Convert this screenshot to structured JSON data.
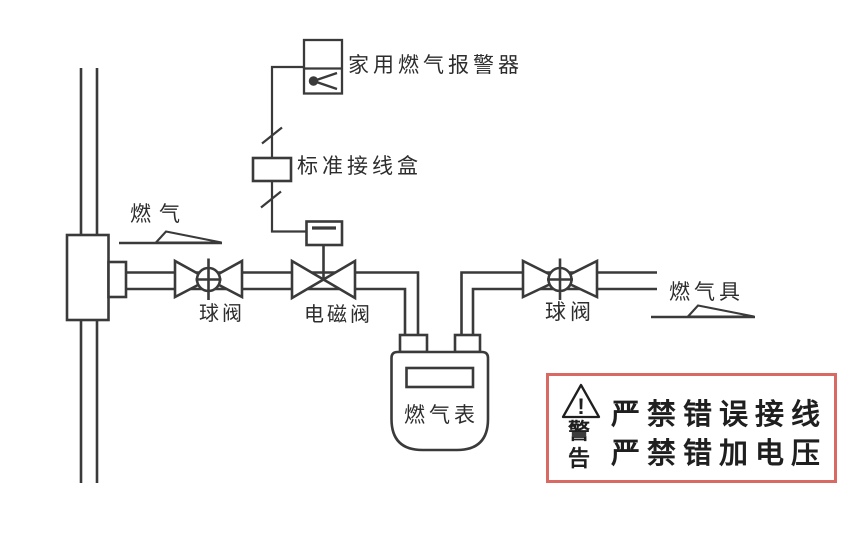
{
  "labels": {
    "alarm": "家用燃气报警器",
    "junction_box": "标准接线盒",
    "gas_inlet": "燃气",
    "ball_valve_left": "球阀",
    "solenoid_valve": "电磁阀",
    "gas_meter": "燃气表",
    "ball_valve_right": "球阀",
    "gas_appliance": "燃气具"
  },
  "warning": {
    "icon": "warning-triangle-icon",
    "icon_mark": "!",
    "vertical_label": "警告",
    "line1": "严禁错误接线",
    "line2": "严禁错加电压",
    "border_color": "#d96a63"
  },
  "colors": {
    "line": "#3a3a3a",
    "text": "#2d2d2d",
    "background": "#ffffff"
  }
}
